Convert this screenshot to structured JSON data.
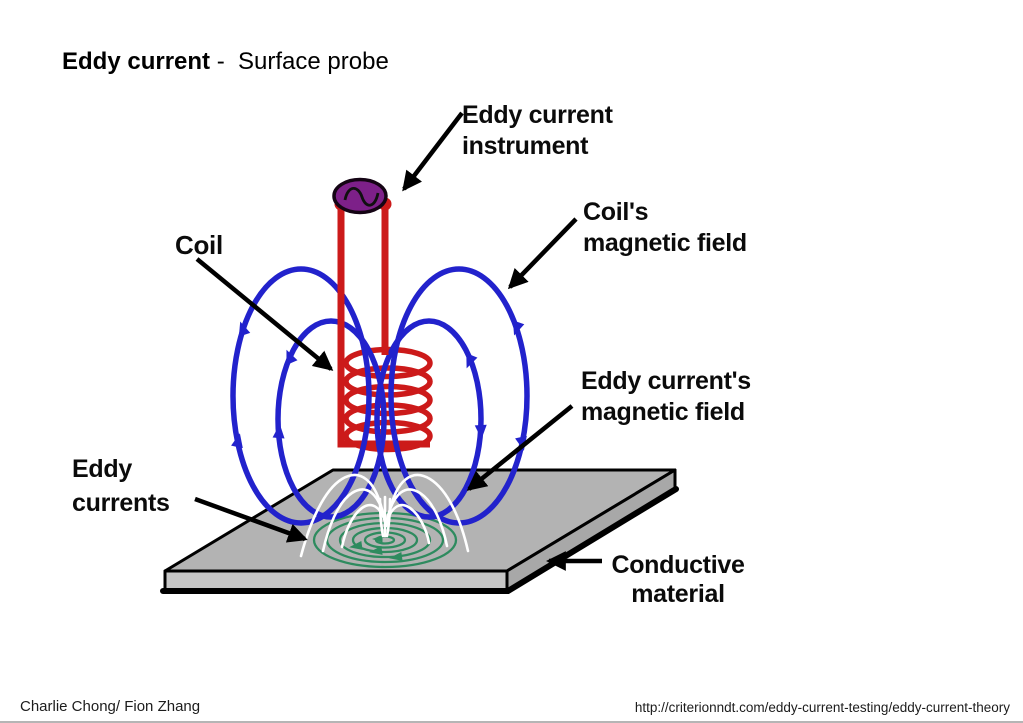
{
  "title": {
    "bold": "Eddy current",
    "separator_and_rest": " -  Surface probe"
  },
  "diagram": {
    "labels": {
      "instrument": [
        "Eddy current",
        "instrument"
      ],
      "coil": [
        "Coil"
      ],
      "coils_magnetic_field": [
        "Coil's",
        "magnetic field"
      ],
      "eddy_currents_magnetic_field": [
        "Eddy current's",
        "magnetic field"
      ],
      "eddy_currents": [
        "Eddy",
        "currents"
      ],
      "conductive_material": [
        "Conductive",
        "material"
      ]
    },
    "colors": {
      "coil_field_blue": "#2222cc",
      "coil_wire_red": "#cc1a1a",
      "eddy_current_green": "#2e8b5f",
      "eddy_field_white": "#ffffff",
      "instrument_purple": "#7d2089",
      "plate_gray": "#b3b3b3",
      "arrow_black": "#000000"
    }
  },
  "footer": {
    "author": "Charlie Chong/ Fion Zhang",
    "source_url": "http://criterionndt.com/eddy-current-testing/eddy-current-theory"
  }
}
